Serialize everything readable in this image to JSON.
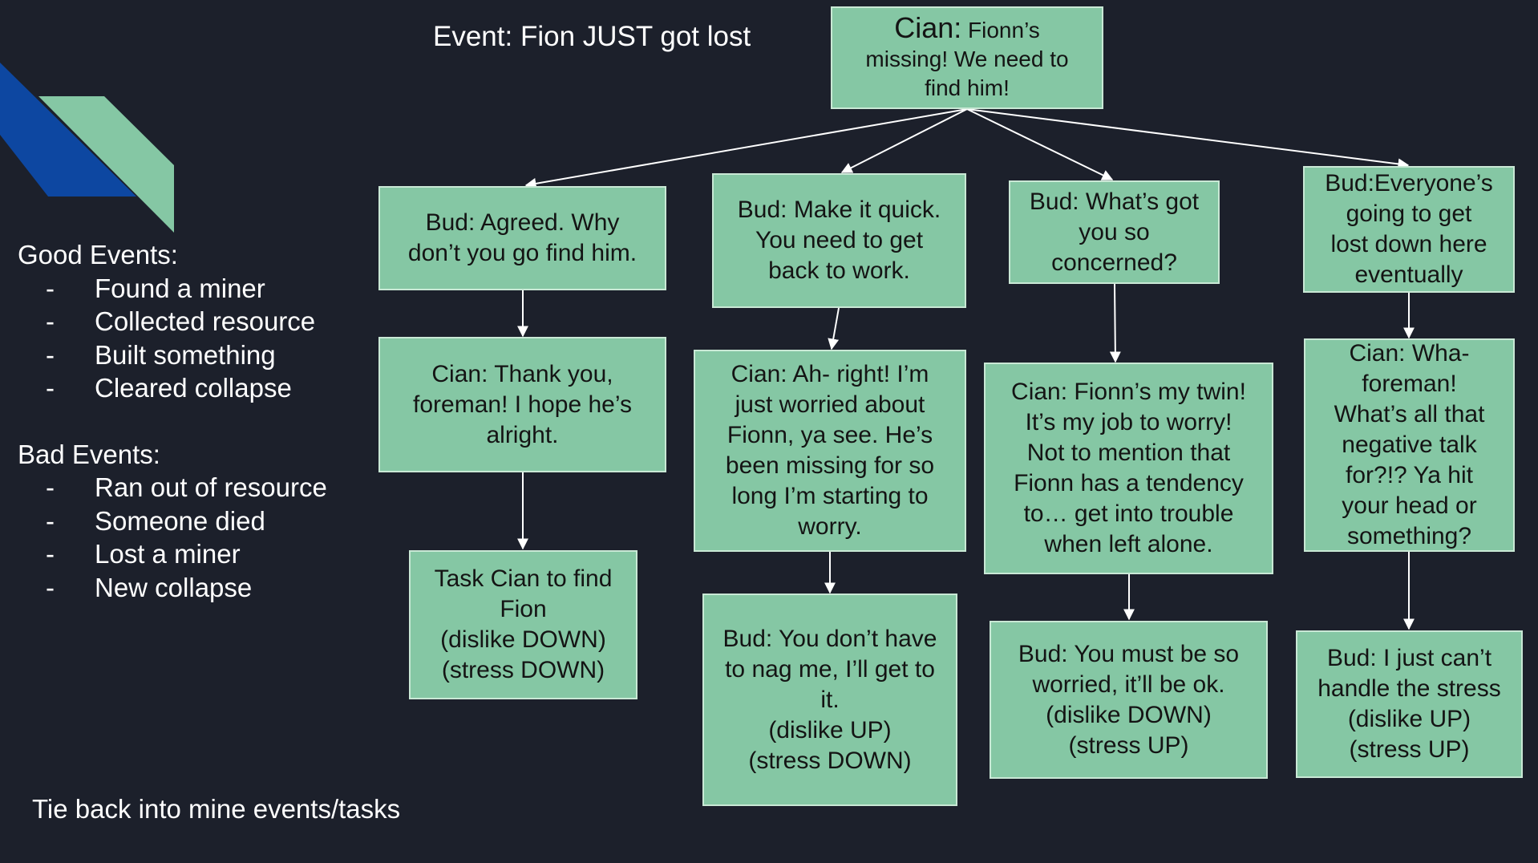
{
  "event_title": "Event: Fion JUST got lost",
  "good_events": {
    "heading": "Good Events:",
    "items": [
      "Found a miner",
      "Collected resource",
      "Built something",
      "Cleared collapse"
    ]
  },
  "bad_events": {
    "heading": "Bad Events:",
    "items": [
      "Ran out of resource",
      "Someone died",
      "Lost a miner",
      "New collapse"
    ]
  },
  "bullet": "-",
  "footer_note": "Tie back into mine events/tasks",
  "colors": {
    "background": "#1c202b",
    "node_fill": "#85c7a4",
    "node_border": "#c9e8d5",
    "accent_blue": "#0d47a1",
    "accent_green": "#85c7a4"
  },
  "root": {
    "speaker": "Cian:",
    "lines": [
      "Fionn’s",
      "missing! We need to",
      "find him!"
    ]
  },
  "branches": [
    {
      "response": [
        "Bud: Agreed. Why",
        "don’t you go find him."
      ],
      "reply": [
        "Cian: Thank you,",
        "foreman! I hope he’s",
        "alright."
      ],
      "outcome": [
        "Task Cian to find",
        "Fion",
        "(dislike DOWN)",
        "(stress DOWN)"
      ]
    },
    {
      "response": [
        "Bud: Make it quick.",
        "You need to get",
        "back to work."
      ],
      "reply": [
        "Cian: Ah- right! I’m",
        "just worried about",
        "Fionn, ya see. He’s",
        "been missing for so",
        "long I’m starting to",
        "worry."
      ],
      "outcome": [
        "Bud: You don’t have",
        "to nag me, I’ll get to",
        "it.",
        "(dislike UP)",
        "(stress DOWN)"
      ]
    },
    {
      "response": [
        "Bud: What’s got",
        "you so",
        "concerned?"
      ],
      "reply": [
        "Cian: Fionn’s my twin!",
        "It’s my job to worry!",
        "Not to mention that",
        "Fionn has a tendency",
        "to… get into trouble",
        "when left alone."
      ],
      "outcome": [
        "Bud: You must be so",
        "worried, it’ll be ok.",
        "(dislike DOWN)",
        "(stress UP)"
      ]
    },
    {
      "response": [
        "Bud:Everyone’s",
        "going to get",
        "lost down here",
        "eventually"
      ],
      "reply": [
        "Cian: Wha-",
        "foreman!",
        "What’s all that",
        "negative talk",
        "for?!? Ya hit",
        "your head or",
        "something?"
      ],
      "outcome": [
        "Bud: I just can’t",
        "handle the stress",
        "(dislike UP)",
        "(stress UP)"
      ]
    }
  ]
}
